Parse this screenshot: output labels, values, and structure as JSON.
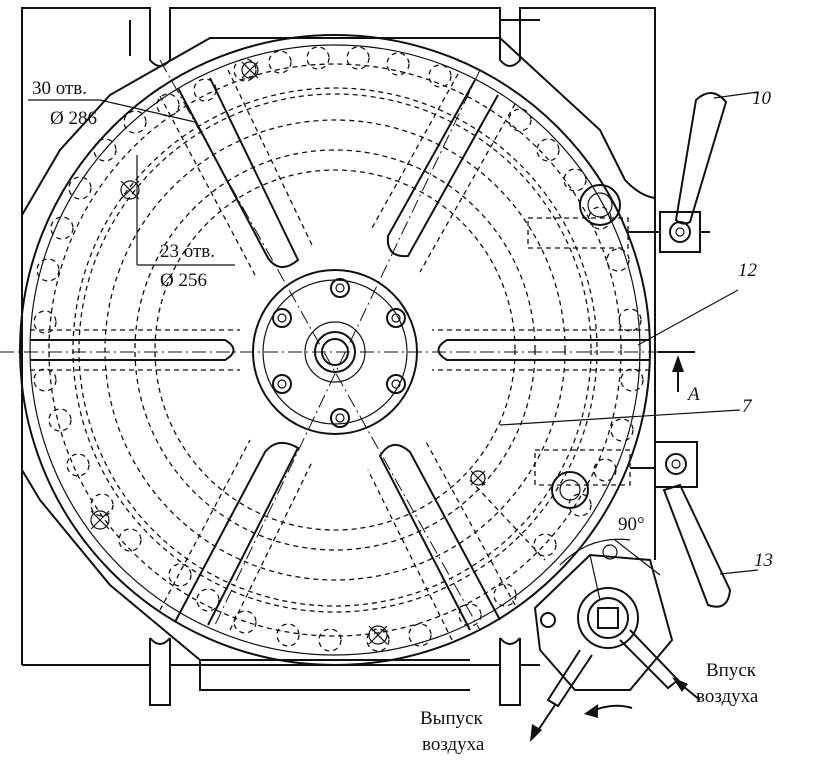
{
  "labels": {
    "holes_outer_count": "30 отв.",
    "holes_outer_diameter": "Ø 286",
    "holes_inner_count": "23 отв.",
    "holes_inner_diameter": "Ø 256",
    "part_10": "10",
    "part_12": "12",
    "part_7": "7",
    "part_13": "13",
    "view_a": "A",
    "angle": "90°",
    "air_inlet_line1": "Впуск",
    "air_inlet_line2": "воздуха",
    "air_outlet_line1": "Выпуск",
    "air_outlet_line2": "воздуха"
  }
}
